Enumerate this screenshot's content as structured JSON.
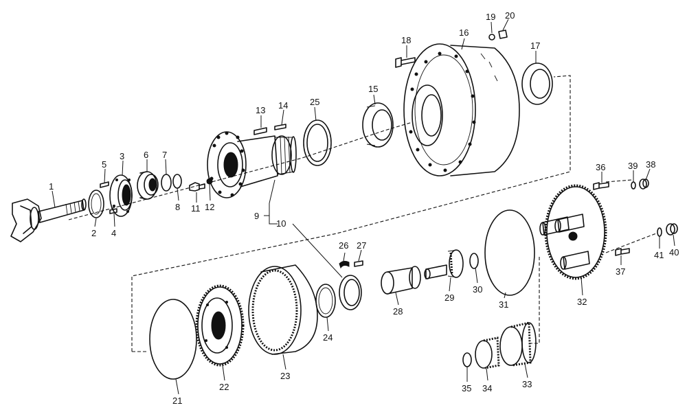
{
  "callouts": {
    "c1": "1",
    "c2": "2",
    "c3": "3",
    "c4": "4",
    "c5": "5",
    "c6": "6",
    "c7": "7",
    "c8": "8",
    "c9": "9",
    "c10": "10",
    "c11": "11",
    "c12": "12",
    "c13": "13",
    "c14": "14",
    "c15": "15",
    "c16": "16",
    "c17": "17",
    "c18": "18",
    "c19": "19",
    "c20": "20",
    "c21": "21",
    "c22": "22",
    "c23": "23",
    "c24": "24",
    "c25": "25",
    "c26": "26",
    "c27": "27",
    "c28": "28",
    "c29": "29",
    "c30": "30",
    "c31": "31",
    "c32": "32",
    "c33": "33",
    "c34": "34",
    "c35": "35",
    "c36": "36",
    "c37": "37",
    "c38": "38",
    "c39": "39",
    "c40": "40",
    "c41": "41"
  }
}
